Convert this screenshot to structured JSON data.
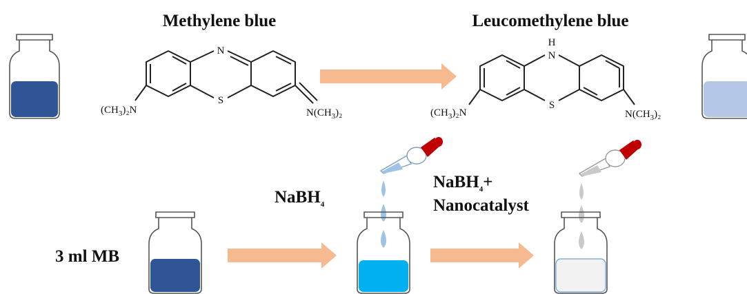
{
  "molecules": {
    "left_title": "Methylene blue",
    "right_title": "Leucomethylene blue",
    "atom_n": "N",
    "atom_s": "S",
    "atom_h": "H",
    "group_left_prefix": "(CH",
    "group_left_sub": "3",
    "group_left_suffix": ")₂N",
    "group_right": "N(CH",
    "group_right_sub": "3",
    "group_right_suffix": ")₂"
  },
  "steps": {
    "start_label": "3 ml MB",
    "reagent1_main": "NaBH",
    "reagent1_sub": "4",
    "reagent2_main": "NaBH",
    "reagent2_sub": "4",
    "reagent2_plus": "+",
    "reagent2_line2": "Nanocatalyst"
  },
  "colors": {
    "methylene_blue": "#2f5597",
    "light_blue": "#b4c7e7",
    "nabh4_blue": "#00b0f0",
    "drop_blue": "#9dc3e6",
    "leuco_gray": "#f2f2f2",
    "drop_gray": "#c9c9c9",
    "dropper_bulb": "#c00000",
    "arrow": "#f7b98f"
  }
}
